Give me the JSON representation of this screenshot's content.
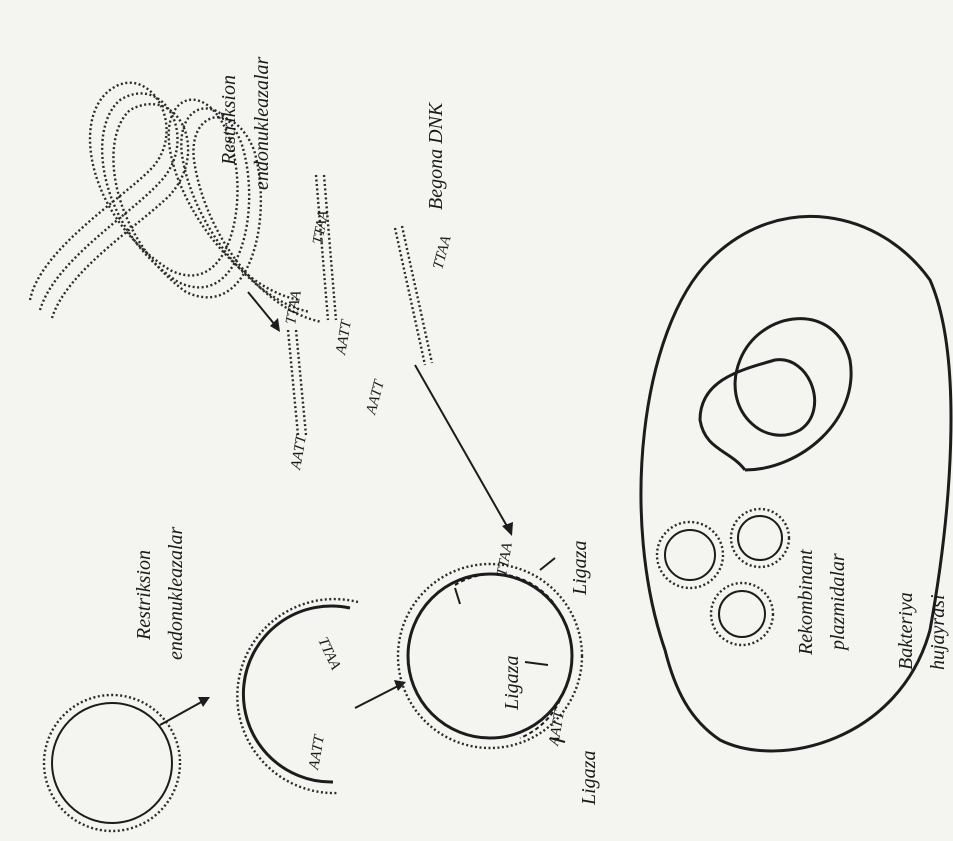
{
  "labels": {
    "foreign_dna": "Begona  DNK",
    "restriction_top_1": "Restriksion",
    "restriction_top_2": "endonukleazalar",
    "restriction_left_1": "Restriksion",
    "restriction_left_2": "endonukleazalar",
    "ligase_center": "Ligaza",
    "ligase_top_right": "Ligaza",
    "ligase_bottom": "Ligaza",
    "recombinant_1": "Rekombinant",
    "recombinant_2": "plazmidalar",
    "bacteria_1": "Bakteriya",
    "bacteria_2": "hujayrasi"
  },
  "sequences": {
    "frag1_left": "AATT",
    "frag1_right": "TTAA",
    "frag2_left": "AATT",
    "frag2_right": "TTAA",
    "frag3_left": "AATT",
    "frag3_right": "TTAA",
    "open_plasmid_top": "TTAA",
    "open_plasmid_bottom": "AATT",
    "recomb_top": "TTAA",
    "recomb_bottom": "AATT"
  }
}
